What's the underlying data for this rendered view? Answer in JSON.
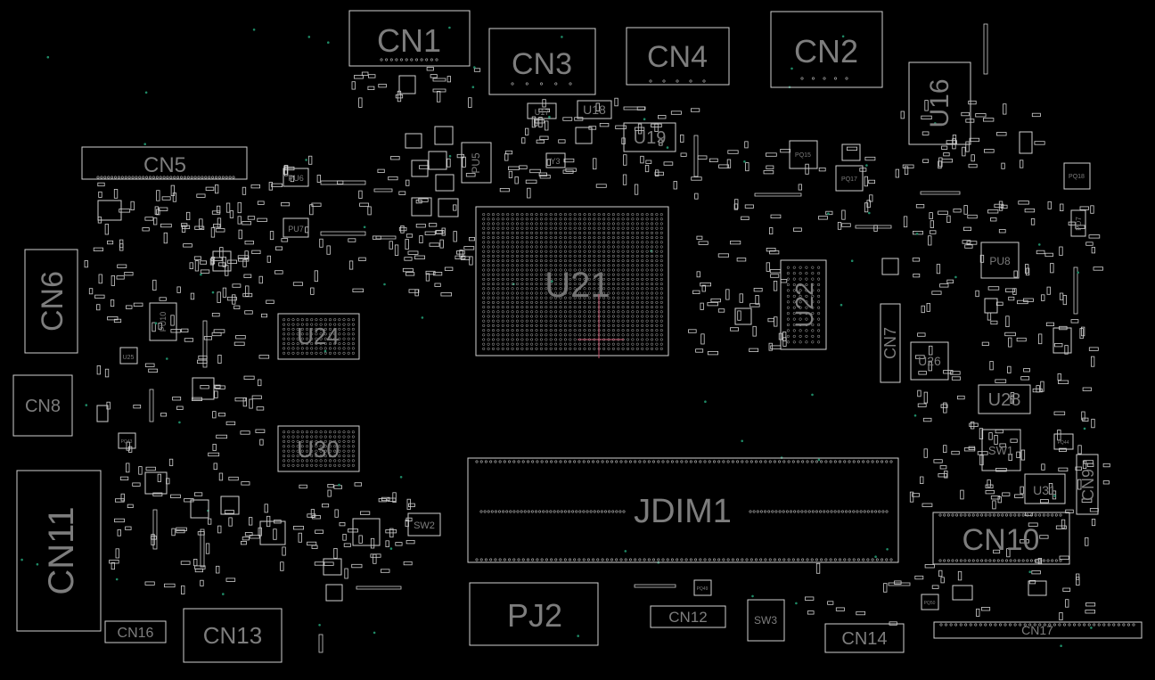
{
  "board": {
    "background": "#000000",
    "outline_color": "#cfcfcf",
    "label_color": "#7d7d7d",
    "via_color": "#1e8a66",
    "marker_color": "#c0506a"
  },
  "components": [
    {
      "ref": "CN1",
      "label": "CN1"
    },
    {
      "ref": "CN2",
      "label": "CN2"
    },
    {
      "ref": "CN3",
      "label": "CN3"
    },
    {
      "ref": "CN4",
      "label": "CN4"
    },
    {
      "ref": "CN5",
      "label": "CN5"
    },
    {
      "ref": "CN6",
      "label": "CN6"
    },
    {
      "ref": "CN7",
      "label": "CN7"
    },
    {
      "ref": "CN8",
      "label": "CN8"
    },
    {
      "ref": "CN9",
      "label": "CN9"
    },
    {
      "ref": "CN10",
      "label": "CN10"
    },
    {
      "ref": "CN11",
      "label": "CN11"
    },
    {
      "ref": "CN12",
      "label": "CN12"
    },
    {
      "ref": "CN13",
      "label": "CN13"
    },
    {
      "ref": "CN14",
      "label": "CN14"
    },
    {
      "ref": "CN16",
      "label": "CN16"
    },
    {
      "ref": "CN17",
      "label": "CN17"
    },
    {
      "ref": "U16",
      "label": "U16"
    },
    {
      "ref": "U17",
      "label": "U17"
    },
    {
      "ref": "U18",
      "label": "U18"
    },
    {
      "ref": "U19",
      "label": "U19"
    },
    {
      "ref": "U21",
      "label": "U21"
    },
    {
      "ref": "U22",
      "label": "U22"
    },
    {
      "ref": "U24",
      "label": "U24"
    },
    {
      "ref": "U25",
      "label": "U25"
    },
    {
      "ref": "U26",
      "label": "U26"
    },
    {
      "ref": "U28",
      "label": "U28"
    },
    {
      "ref": "U30",
      "label": "U30"
    },
    {
      "ref": "U31",
      "label": "U31"
    },
    {
      "ref": "JDIM1",
      "label": "JDIM1"
    },
    {
      "ref": "PJ2",
      "label": "PJ2"
    },
    {
      "ref": "SW1",
      "label": "SW1"
    },
    {
      "ref": "SW2",
      "label": "SW2"
    },
    {
      "ref": "SW3",
      "label": "SW3"
    },
    {
      "ref": "PU5",
      "label": "PU5"
    },
    {
      "ref": "PU6",
      "label": "PU6"
    },
    {
      "ref": "PU7",
      "label": "PU7"
    },
    {
      "ref": "PU8",
      "label": "PU8"
    },
    {
      "ref": "PU10",
      "label": "PU10"
    },
    {
      "ref": "PQ15",
      "label": "PQ15"
    },
    {
      "ref": "PQ17",
      "label": "PQ17"
    },
    {
      "ref": "PQ18",
      "label": "PQ18"
    },
    {
      "ref": "PD7",
      "label": "PD7"
    },
    {
      "ref": "Y3",
      "label": "Y3"
    },
    {
      "ref": "PQ43",
      "label": "PQ43"
    },
    {
      "ref": "PQ44",
      "label": "PQ44"
    },
    {
      "ref": "PQ49",
      "label": "PQ49"
    },
    {
      "ref": "PQ50",
      "label": "PQ50"
    }
  ]
}
